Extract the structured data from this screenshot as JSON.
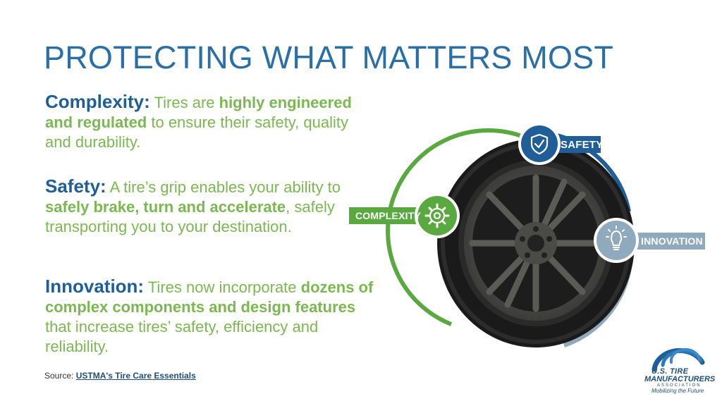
{
  "title": "PROTECTING WHAT MATTERS MOST",
  "paragraphs": [
    {
      "heading": "Complexity:",
      "t1": " Tires are ",
      "b1": "highly engineered and regulated",
      "t2": " to ensure their safety, quality and durability."
    },
    {
      "heading": "Safety:",
      "t1": " A tire’s grip enables your ability to ",
      "b1": "safely brake, turn and accelerate",
      "t2": ", safely transporting you to your destination."
    },
    {
      "heading": "Innovation:",
      "t1": " Tires now incorporate ",
      "b1": "dozens of complex components and design features",
      "t2": " that increase tires’ safety, efficiency and reliability."
    }
  ],
  "source": {
    "prefix": "Source: ",
    "link": "USTMA's Tire Care Essentials"
  },
  "badges": {
    "safety": "SAFETY",
    "complexity": "COMPLEXITY",
    "innovation": "INNOVATION"
  },
  "logo": {
    "line1": "U.S. TIRE",
    "line2": "MANUFACTURERS",
    "line3": "ASSOCIATION",
    "tagline": "Mobilizing the Future"
  },
  "colors": {
    "title": "#2a6fa5",
    "heading": "#1f5e96",
    "green": "#7bb852",
    "safety_blue": "#1f5e96",
    "complexity_green": "#5aa840",
    "innovation_gray": "#8fa9bd"
  }
}
